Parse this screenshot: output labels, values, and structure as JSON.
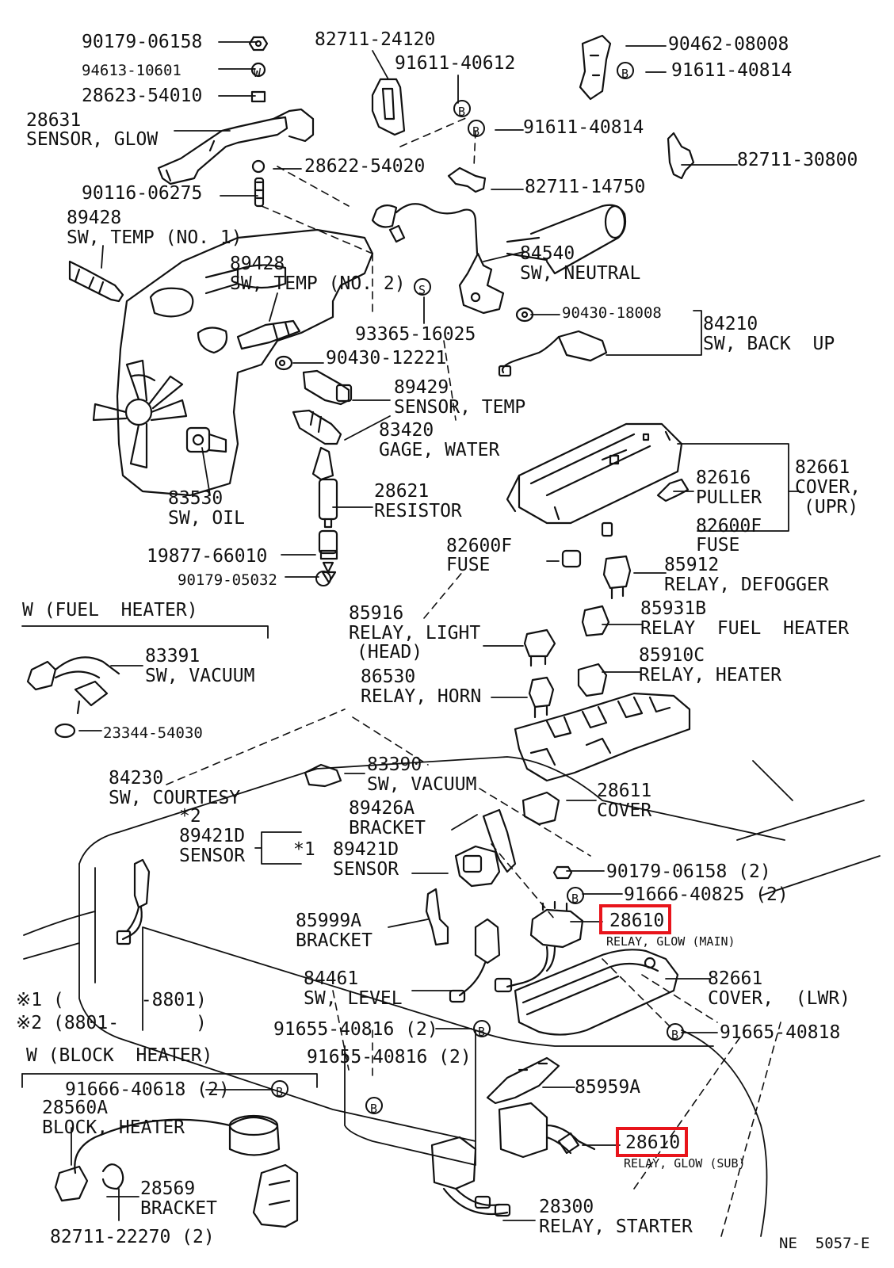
{
  "labels": {
    "p90179_06158a": "90179-06158",
    "p94613_10601": "94613-10601",
    "p28623_54010": "28623-54010",
    "p28631": "28631",
    "sensor_glow": "SENSOR, GLOW",
    "p82711_24120": "82711-24120",
    "p91611_40612": "91611-40612",
    "p91611_40814a": "91611-40814",
    "p90462_08008": "90462-08008",
    "p91611_40814b": "91611-40814",
    "p82711_30800": "82711-30800",
    "p28622_54020": "28622-54020",
    "p90116_06275": "90116-06275",
    "p82711_14750": "82711-14750",
    "p89428a": "89428",
    "sw_temp_1": "SW, TEMP (NO. 1)",
    "p89428b": "89428",
    "sw_temp_2": "SW, TEMP (NO. 2)",
    "p84540": "84540",
    "sw_neutral": "SW, NEUTRAL",
    "p90430_18008": "90430-18008",
    "p84210": "84210",
    "sw_back_up": "SW, BACK  UP",
    "p93365_16025": "93365-16025",
    "p90430_12221": "90430-12221",
    "p89429": "89429",
    "sensor_temp": "SENSOR, TEMP",
    "p83420": "83420",
    "gage_water": "GAGE, WATER",
    "p82661a": "82661",
    "cover_upr": "COVER,",
    "upr": "(UPR)",
    "p82616": "82616",
    "puller": "PULLER",
    "p82600f_a": "82600F",
    "fuse_a": "FUSE",
    "p83530": "83530",
    "sw_oil": "SW, OIL",
    "p28621": "28621",
    "resistor": "RESISTOR",
    "p19877_66010": "19877-66010",
    "p90179_05032": "90179-05032",
    "p82600f_b": "82600F",
    "fuse_b": "FUSE",
    "p85912": "85912",
    "relay_defogger": "RELAY, DEFOGGER",
    "w_fuel_heater": "W (FUEL  HEATER)",
    "p85916": "85916",
    "relay_light": "RELAY, LIGHT",
    "head": "(HEAD)",
    "p85931b": "85931B",
    "relay_fuel_heater": "RELAY  FUEL  HEATER",
    "p83391": "83391",
    "sw_vacuum_a": "SW, VACUUM",
    "p86530": "86530",
    "relay_horn": "RELAY, HORN",
    "p85910c": "85910C",
    "relay_heater": "RELAY, HEATER",
    "p23344_54030": "23344-54030",
    "p83390": "83390",
    "sw_vacuum_b": "SW, VACUUM",
    "p84230": "84230",
    "sw_courtesy": "SW, COURTESY",
    "star2": "*2",
    "p89421d_a": "89421D",
    "sensor_a": "SENSOR",
    "star1": "*1",
    "p89426a": "89426A",
    "bracket_a": "BRACKET",
    "p89421d_b": "89421D",
    "sensor_b": "SENSOR",
    "p28611": "28611",
    "cover_28611": "COVER",
    "p90179_06158b": "90179-06158 (2)",
    "p91666_40825": "91666-40825 (2)",
    "p85999a": "85999A",
    "bracket_b": "BRACKET",
    "p28610a": "28610",
    "relay_glow_main": "RELAY, GLOW (MAIN)",
    "p84461": "84461",
    "sw_level": "SW, LEVEL",
    "p82661b": "82661",
    "cover_lwr": "COVER,  (LWR)",
    "note1": "※1 (       -8801)",
    "note2": "※2 (8801-       )",
    "p91655_40816a": "91655-40816 (2)",
    "p91665_40818": "91665-40818",
    "w_block_heater": "W (BLOCK  HEATER)",
    "p91655_40816b": "91655-40816 (2)",
    "p91666_40618": "91666-40618 (2)",
    "p28560a": "28560A",
    "block_heater": "BLOCK, HEATER",
    "p85959a": "85959A",
    "p28610b": "28610",
    "relay_glow_sub": "RELAY, GLOW (SUB)",
    "p28569": "28569",
    "bracket_c": "BRACKET",
    "p28300": "28300",
    "relay_starter": "RELAY, STARTER",
    "p82711_22270": "82711-22270 (2)",
    "code": "NE  5057-E",
    "mark_b": "B",
    "mark_w": "W",
    "mark_s": "S"
  },
  "colors": {
    "line": "#111111",
    "highlight": "#e8141b",
    "background": "#ffffff"
  },
  "highlighted_parts": [
    "28610",
    "28610"
  ]
}
